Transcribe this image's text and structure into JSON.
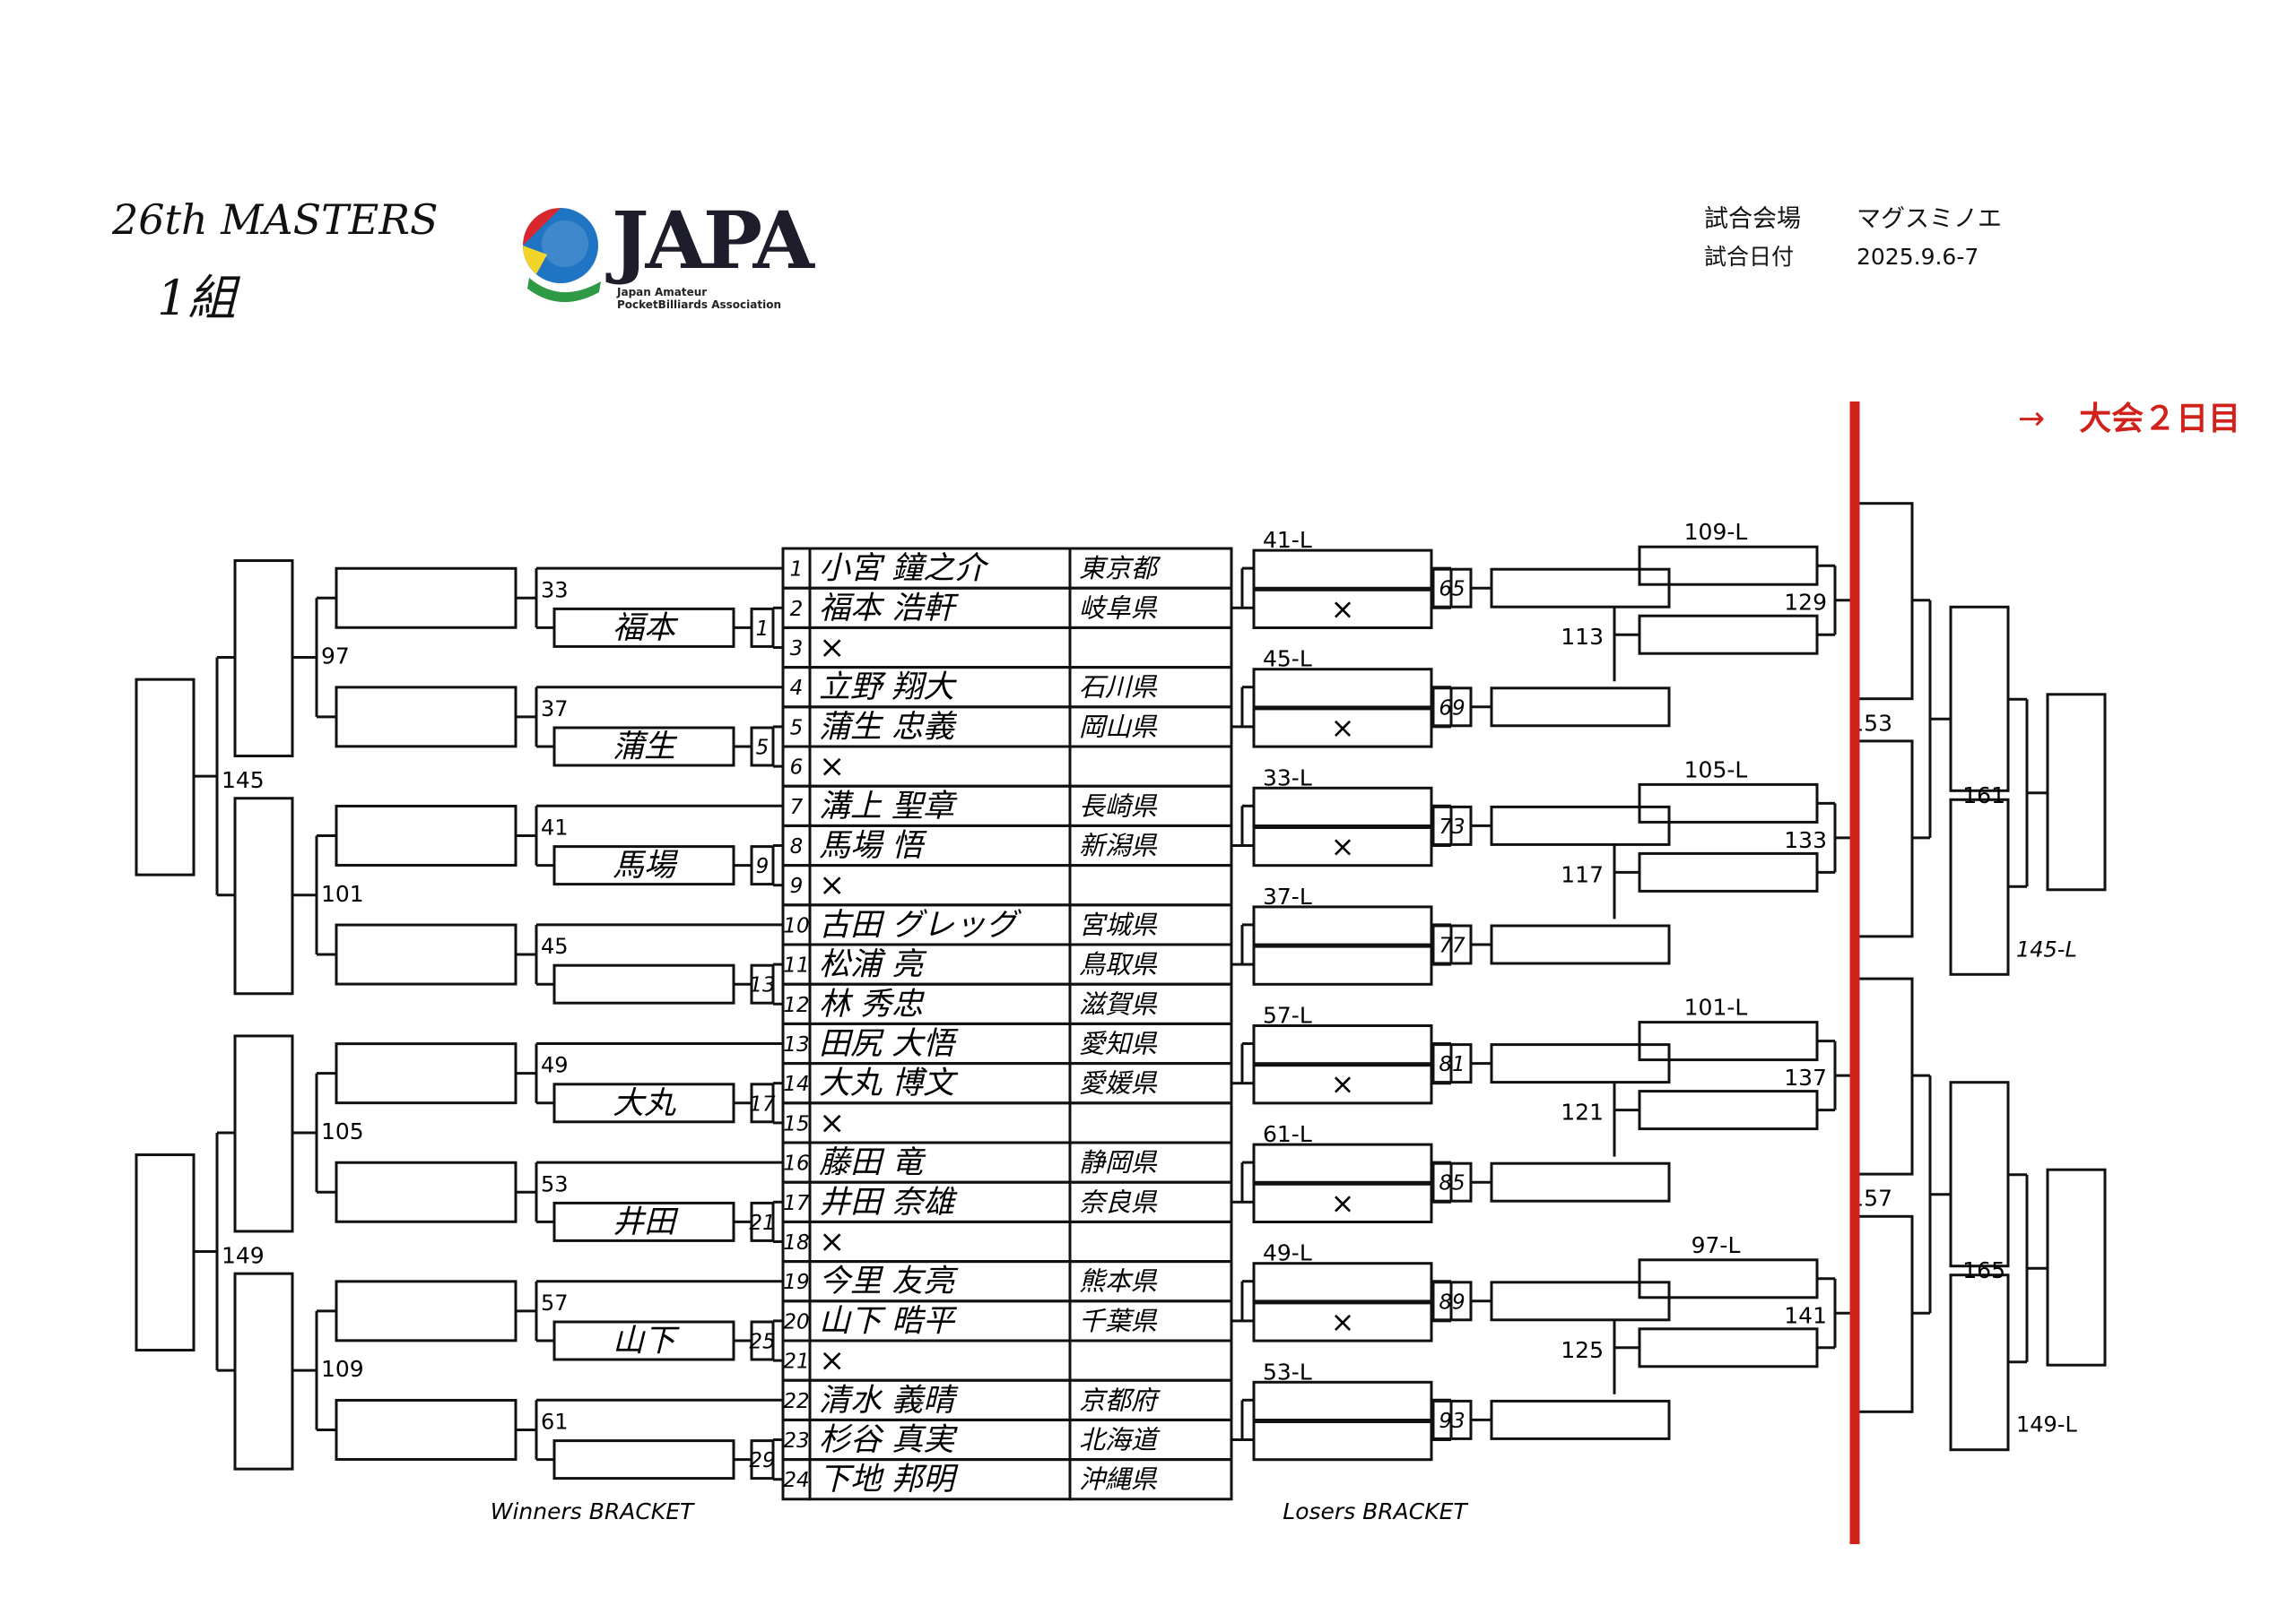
{
  "header": {
    "title": "26th MASTERS",
    "group": "1組",
    "venue_label": "試合会場",
    "venue": "マグスミノエ",
    "date_label": "試合日付",
    "date": "2025.9.6-7",
    "day2_label": "大会２日目",
    "arrow": "→"
  },
  "logo": {
    "mark": "JAPA",
    "line1": "Japan Amateur",
    "line2": "PocketBilliards Association",
    "colors": [
      "#1f74c4",
      "#d9272e",
      "#f3d52a",
      "#2f9a46"
    ]
  },
  "players": [
    {
      "no": "1",
      "name": "小宮 鐘之介",
      "pref": "東京都"
    },
    {
      "no": "2",
      "name": "福本 浩軒",
      "pref": "岐阜県"
    },
    {
      "no": "3",
      "name": "×",
      "pref": ""
    },
    {
      "no": "4",
      "name": "立野 翔大",
      "pref": "石川県"
    },
    {
      "no": "5",
      "name": "蒲生 忠義",
      "pref": "岡山県"
    },
    {
      "no": "6",
      "name": "×",
      "pref": ""
    },
    {
      "no": "7",
      "name": "溝上 聖章",
      "pref": "長崎県"
    },
    {
      "no": "8",
      "name": "馬場 悟",
      "pref": "新潟県"
    },
    {
      "no": "9",
      "name": "×",
      "pref": ""
    },
    {
      "no": "10",
      "name": "古田 グレッグ",
      "pref": "宮城県"
    },
    {
      "no": "11",
      "name": "松浦 亮",
      "pref": "鳥取県"
    },
    {
      "no": "12",
      "name": "林 秀忠",
      "pref": "滋賀県"
    },
    {
      "no": "13",
      "name": "田尻 大悟",
      "pref": "愛知県"
    },
    {
      "no": "14",
      "name": "大丸 博文",
      "pref": "愛媛県"
    },
    {
      "no": "15",
      "name": "×",
      "pref": ""
    },
    {
      "no": "16",
      "name": "藤田 竜",
      "pref": "静岡県"
    },
    {
      "no": "17",
      "name": "井田 奈雄",
      "pref": "奈良県"
    },
    {
      "no": "18",
      "name": "×",
      "pref": ""
    },
    {
      "no": "19",
      "name": "今里 友亮",
      "pref": "熊本県"
    },
    {
      "no": "20",
      "name": "山下 晧平",
      "pref": "千葉県"
    },
    {
      "no": "21",
      "name": "×",
      "pref": ""
    },
    {
      "no": "22",
      "name": "清水 義晴",
      "pref": "京都府"
    },
    {
      "no": "23",
      "name": "杉谷 真実",
      "pref": "北海道"
    },
    {
      "no": "24",
      "name": "下地 邦明",
      "pref": "沖縄県"
    }
  ],
  "winners": {
    "label": "Winners BRACKET",
    "r1": [
      {
        "match": "1",
        "winner": "福本"
      },
      {
        "match": "5",
        "winner": "蒲生"
      },
      {
        "match": "9",
        "winner": "馬場"
      },
      {
        "match": "13",
        "winner": ""
      },
      {
        "match": "17",
        "winner": "大丸"
      },
      {
        "match": "21",
        "winner": "井田"
      },
      {
        "match": "25",
        "winner": "山下"
      },
      {
        "match": "29",
        "winner": ""
      }
    ],
    "r2": [
      "33",
      "37",
      "41",
      "45",
      "49",
      "53",
      "57",
      "61"
    ],
    "r3": [
      "97",
      "101",
      "105",
      "109"
    ],
    "r4": [
      "145",
      "149"
    ]
  },
  "losers": {
    "label": "Losers BRACKET",
    "drops": [
      "41-L",
      "45-L",
      "33-L",
      "37-L",
      "57-L",
      "61-L",
      "49-L",
      "53-L"
    ],
    "byes": [
      "×",
      "×",
      "×",
      "",
      "×",
      "×",
      "×",
      ""
    ],
    "r1": [
      "65",
      "69",
      "73",
      "77",
      "81",
      "85",
      "89",
      "93"
    ],
    "r2": [
      "113",
      "117",
      "121",
      "125"
    ],
    "r3_drops": [
      "109-L",
      "105-L",
      "101-L",
      "97-L"
    ],
    "r3": [
      "129",
      "133",
      "137",
      "141"
    ],
    "r4": [
      "153",
      "157"
    ],
    "r5": [
      "161",
      "165"
    ],
    "r5_drops": [
      "145-L",
      "149-L"
    ]
  }
}
